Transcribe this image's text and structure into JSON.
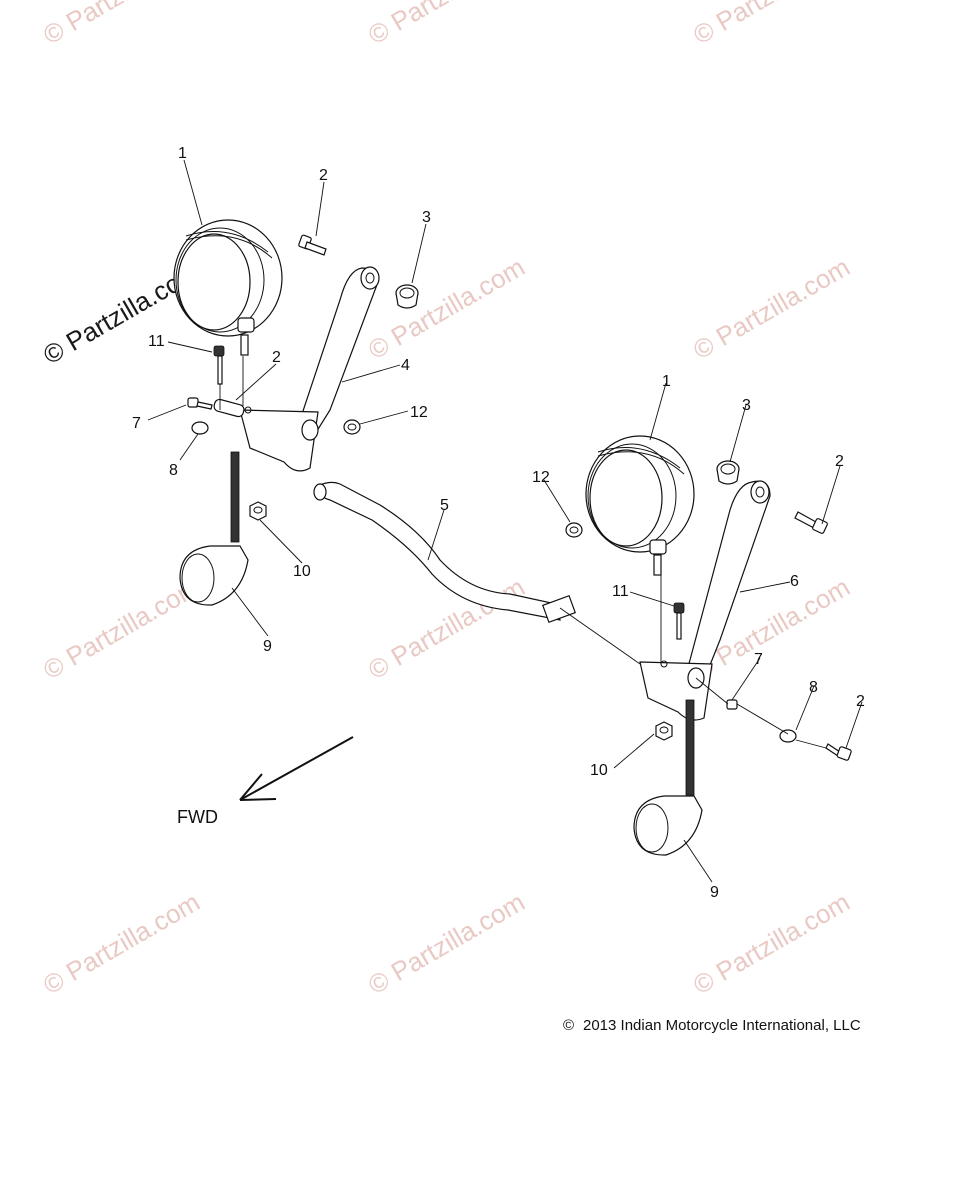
{
  "watermark": {
    "text": "Partzilla.com",
    "symbol": "©",
    "featured_text": "© Partzilla.com"
  },
  "callouts": [
    {
      "id": "c1a",
      "label": "1"
    },
    {
      "id": "c2a",
      "label": "2"
    },
    {
      "id": "c3a",
      "label": "3"
    },
    {
      "id": "c11a",
      "label": "11"
    },
    {
      "id": "c2b",
      "label": "2"
    },
    {
      "id": "c4",
      "label": "4"
    },
    {
      "id": "c7a",
      "label": "7"
    },
    {
      "id": "c12a",
      "label": "12"
    },
    {
      "id": "c8a",
      "label": "8"
    },
    {
      "id": "c5",
      "label": "5"
    },
    {
      "id": "c10a",
      "label": "10"
    },
    {
      "id": "c9a",
      "label": "9"
    },
    {
      "id": "c1b",
      "label": "1"
    },
    {
      "id": "c3b",
      "label": "3"
    },
    {
      "id": "c2c",
      "label": "2"
    },
    {
      "id": "c12b",
      "label": "12"
    },
    {
      "id": "c11b",
      "label": "11"
    },
    {
      "id": "c6",
      "label": "6"
    },
    {
      "id": "c7b",
      "label": "7"
    },
    {
      "id": "c8b",
      "label": "8"
    },
    {
      "id": "c2d",
      "label": "2"
    },
    {
      "id": "c10b",
      "label": "10"
    },
    {
      "id": "c9b",
      "label": "9"
    }
  ],
  "direction_label": "FWD",
  "copyright": {
    "symbol": "©",
    "text": "2013 Indian Motorcycle International, LLC"
  }
}
